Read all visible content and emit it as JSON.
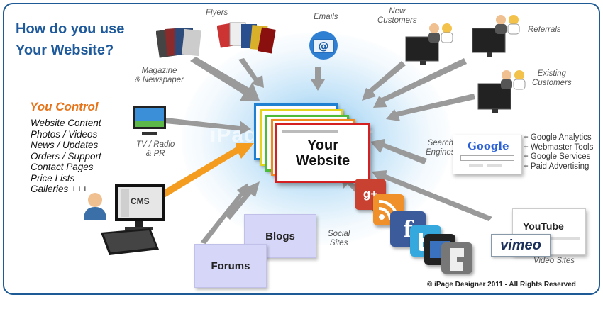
{
  "title": {
    "line1": "How do you use",
    "line2": "Your Website?"
  },
  "center": {
    "line1": "Your",
    "line2": "Website",
    "watermark": "iPage Designer"
  },
  "labels": {
    "flyers": "Flyers",
    "emails": "Emails",
    "new_customers": "New\nCustomers",
    "referrals": "Referrals",
    "existing_customers": "Existing\nCustomers",
    "magazine": "Magazine\n& Newspaper",
    "tv": "TV / Radio\n& PR",
    "search_engines": "Search\nEngines",
    "social_sites": "Social\nSites",
    "video_sites": "Video Sites"
  },
  "you_control": {
    "title": "You Control",
    "items": [
      "Website Content",
      "Photos / Videos",
      "News / Updates",
      "Orders / Support",
      "Contact Pages",
      "Price Lists",
      "Galleries +++"
    ]
  },
  "search_services": [
    "+ Google Analytics",
    "+ Webmaster Tools",
    "+ Google Services",
    "+ Paid Advertising"
  ],
  "boxes": {
    "blogs": "Blogs",
    "forums": "Forums"
  },
  "logos": {
    "google": "Google",
    "vimeo": "vimeo",
    "youtube": "YouTube",
    "cms": "CMS",
    "email_symbol": "@",
    "gplus": "g+",
    "facebook": "f"
  },
  "copyright": "© iPage Designer 2011 - All Rights Reserved",
  "colors": {
    "title": "#1f5a9c",
    "accent": "#e8741a",
    "arrow": "#999999",
    "orange_arrow": "#f39c1f",
    "box": "#d6d6f8"
  }
}
